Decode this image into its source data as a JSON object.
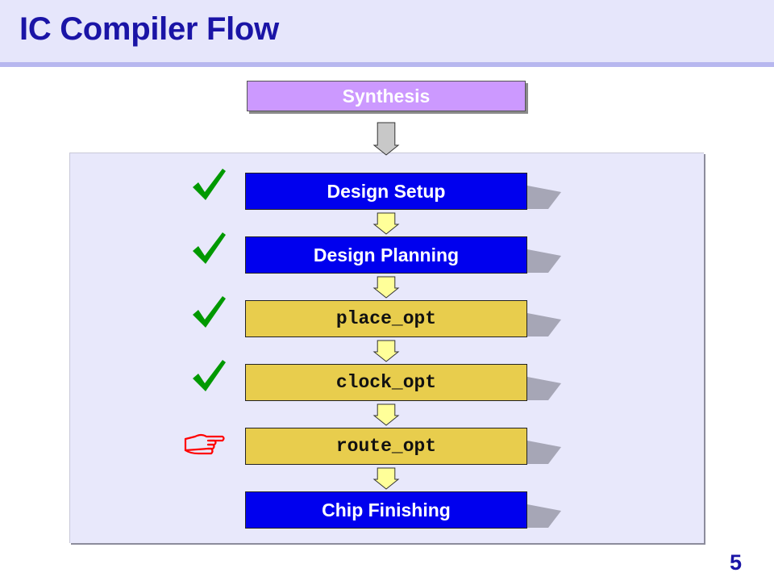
{
  "slide": {
    "title": "IC Compiler Flow",
    "page_number": "5"
  },
  "colors": {
    "title_text": "#1a14a6",
    "title_band": "#e6e6fb",
    "title_rule": "#b7b7ef",
    "panel": "#e8e8fb",
    "step_blue": "#0000ee",
    "step_yellow": "#e8cd4d",
    "step_purple": "#cc99ff",
    "check_green": "#009900",
    "pointer_red": "#ff0000",
    "arrow_gray": "#c8c8c8",
    "arrow_yellow": "#ffff99"
  },
  "flow": {
    "entry": {
      "label": "Synthesis",
      "style": "purple"
    },
    "steps": [
      {
        "label": "Design Setup",
        "style": "blue",
        "status": "check-icon"
      },
      {
        "label": "Design Planning",
        "style": "blue",
        "status": "check-icon"
      },
      {
        "label": "place_opt",
        "style": "yellow",
        "status": "check-icon"
      },
      {
        "label": "clock_opt",
        "style": "yellow",
        "status": "check-icon"
      },
      {
        "label": "route_opt",
        "style": "yellow",
        "status": "pointing-hand-icon"
      },
      {
        "label": "Chip Finishing",
        "style": "blue",
        "status": ""
      }
    ]
  }
}
